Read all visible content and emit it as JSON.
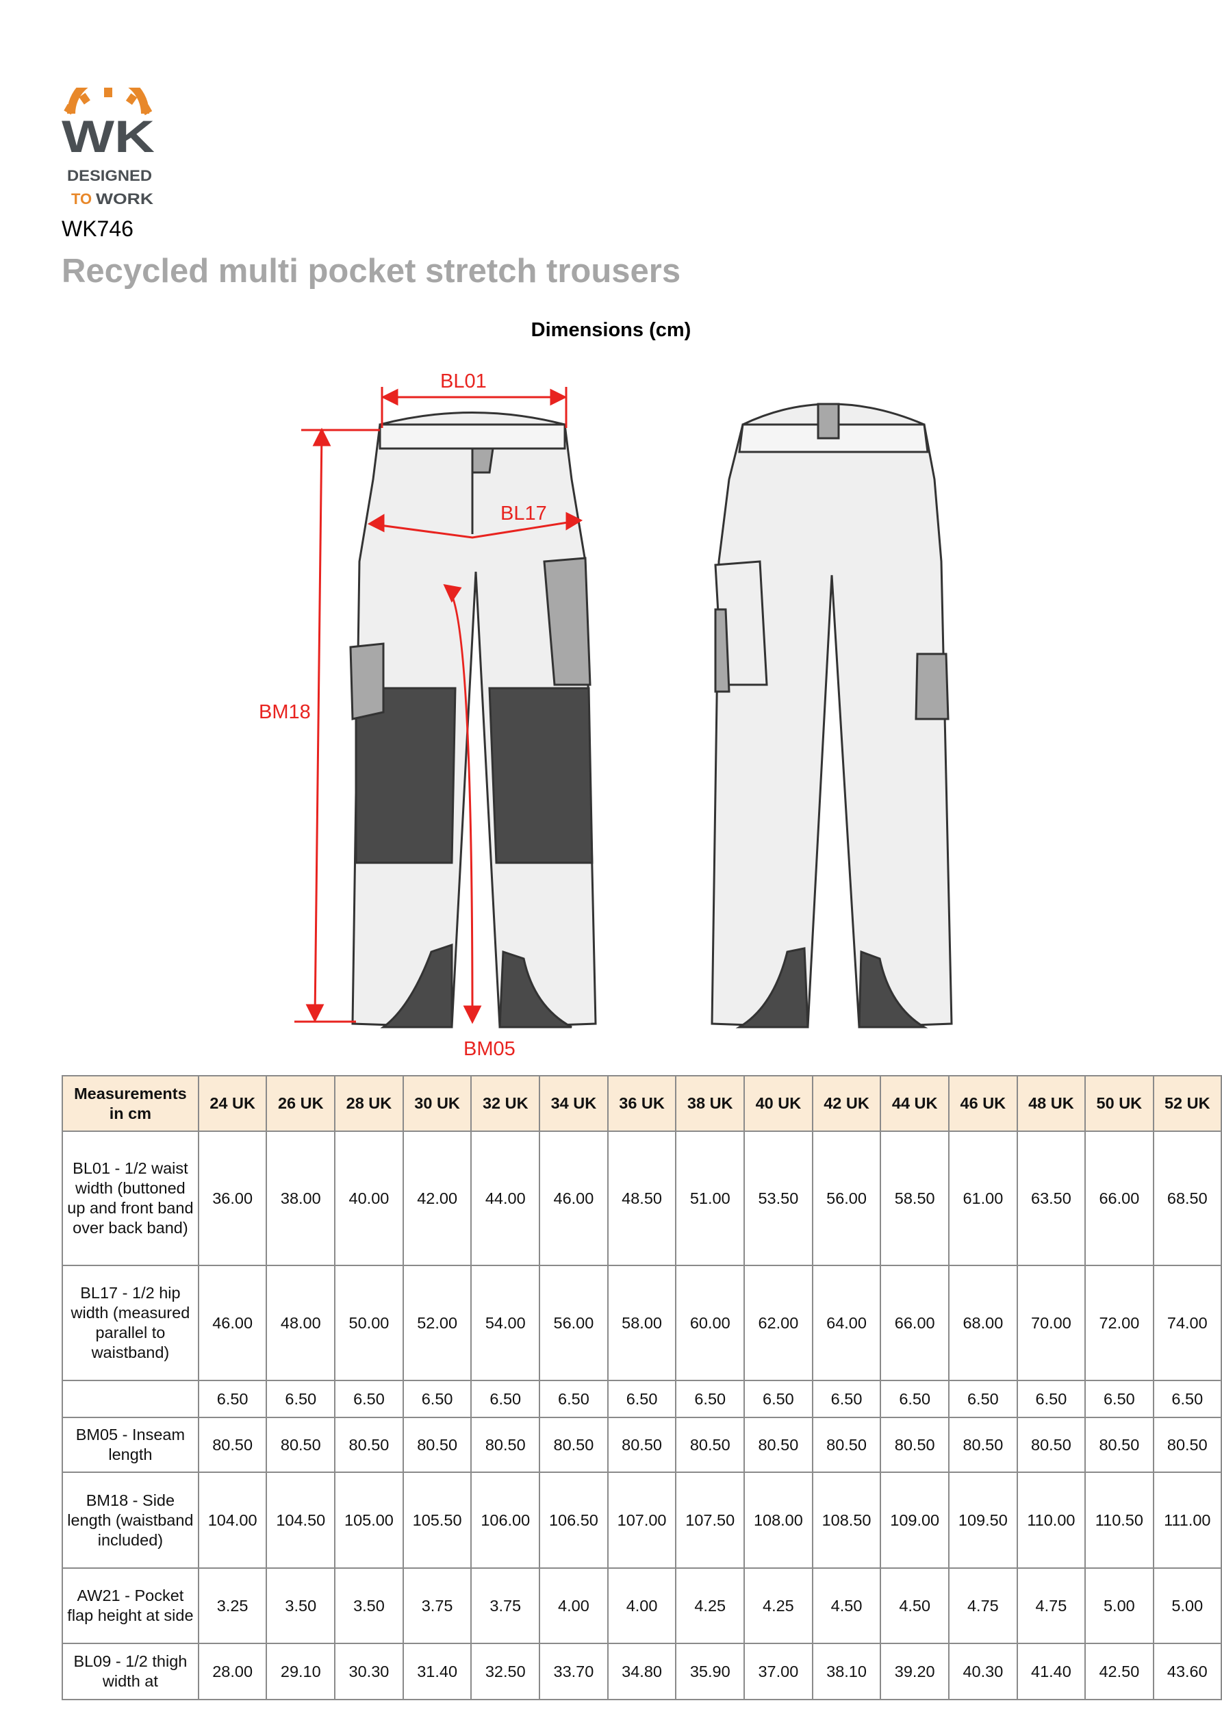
{
  "logo": {
    "text_main": "WK",
    "text_line1": "DESIGNED",
    "text_line2a": "TO",
    "text_line2b": "WORK",
    "colors": {
      "orange": "#e8882a",
      "grey": "#4a4f53"
    }
  },
  "product": {
    "code": "WK746",
    "title": "Recycled multi pocket stretch trousers"
  },
  "diagram": {
    "heading": "Dimensions (cm)",
    "labels": {
      "bl01": "BL01",
      "bl17": "BL17",
      "bm18": "BM18",
      "bm05": "BM05"
    },
    "annotation_color": "#e8231f"
  },
  "table": {
    "header": [
      "Measurements in cm",
      "24 UK",
      "26 UK",
      "28 UK",
      "30 UK",
      "32 UK",
      "34 UK",
      "36 UK",
      "38 UK",
      "40 UK",
      "42 UK",
      "44 UK",
      "46 UK",
      "48 UK",
      "50 UK",
      "52 UK"
    ],
    "rows": [
      {
        "label": "BL01 - 1/2 waist width (buttoned up and front band over back band)",
        "values": [
          "36.00",
          "38.00",
          "40.00",
          "42.00",
          "44.00",
          "46.00",
          "48.50",
          "51.00",
          "53.50",
          "56.00",
          "58.50",
          "61.00",
          "63.50",
          "66.00",
          "68.50"
        ]
      },
      {
        "label": "BL17 - 1/2 hip width (measured parallel to waistband)",
        "values": [
          "46.00",
          "48.00",
          "50.00",
          "52.00",
          "54.00",
          "56.00",
          "58.00",
          "60.00",
          "62.00",
          "64.00",
          "66.00",
          "68.00",
          "70.00",
          "72.00",
          "74.00"
        ]
      },
      {
        "label": "",
        "values": [
          "6.50",
          "6.50",
          "6.50",
          "6.50",
          "6.50",
          "6.50",
          "6.50",
          "6.50",
          "6.50",
          "6.50",
          "6.50",
          "6.50",
          "6.50",
          "6.50",
          "6.50"
        ]
      },
      {
        "label": "BM05 - Inseam length",
        "values": [
          "80.50",
          "80.50",
          "80.50",
          "80.50",
          "80.50",
          "80.50",
          "80.50",
          "80.50",
          "80.50",
          "80.50",
          "80.50",
          "80.50",
          "80.50",
          "80.50",
          "80.50"
        ]
      },
      {
        "label": "BM18 - Side length (waistband included)",
        "values": [
          "104.00",
          "104.50",
          "105.00",
          "105.50",
          "106.00",
          "106.50",
          "107.00",
          "107.50",
          "108.00",
          "108.50",
          "109.00",
          "109.50",
          "110.00",
          "110.50",
          "111.00"
        ]
      },
      {
        "label": "AW21 - Pocket flap height at side",
        "values": [
          "3.25",
          "3.50",
          "3.50",
          "3.75",
          "3.75",
          "4.00",
          "4.00",
          "4.25",
          "4.25",
          "4.50",
          "4.50",
          "4.75",
          "4.75",
          "5.00",
          "5.00"
        ]
      },
      {
        "label": "BL09 - 1/2 thigh width at",
        "values": [
          "28.00",
          "29.10",
          "30.30",
          "31.40",
          "32.50",
          "33.70",
          "34.80",
          "35.90",
          "37.00",
          "38.10",
          "39.20",
          "40.30",
          "41.40",
          "42.50",
          "43.60"
        ]
      }
    ],
    "header_bg": "#fbebd6"
  }
}
